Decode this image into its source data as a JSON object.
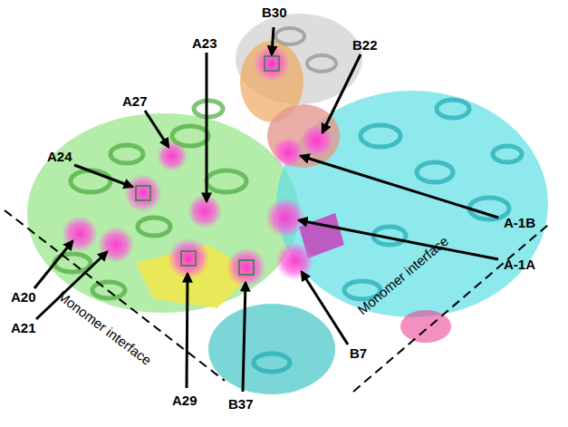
{
  "diagram": {
    "labels": [
      "B30",
      "A23",
      "B22",
      "A27",
      "A24",
      "A-1B",
      "A-1A",
      "A20",
      "A21",
      "A29",
      "B37",
      "B7",
      "Monomer interface",
      "Monomer interface"
    ]
  }
}
